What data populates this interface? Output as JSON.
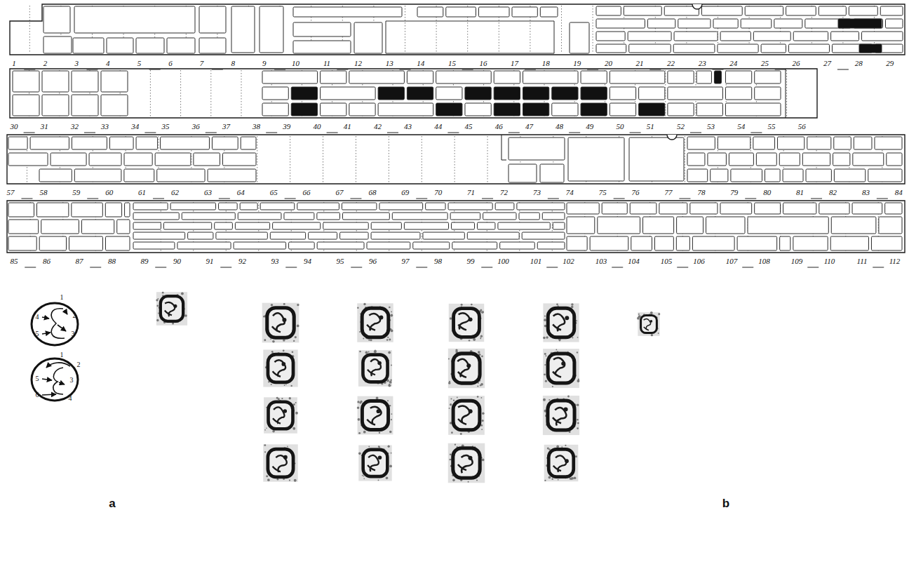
{
  "diagram": {
    "labels": [
      "1",
      "2",
      "3",
      "4",
      "5",
      "6",
      "7",
      "8",
      "9",
      "10",
      "11",
      "12",
      "13",
      "14",
      "15",
      "16",
      "17",
      "18",
      "19",
      "20",
      "21",
      "22",
      "23",
      "24",
      "25",
      "26",
      "27",
      "28",
      "29",
      "30",
      "31",
      "32",
      "33",
      "34",
      "35",
      "36",
      "37",
      "38",
      "39",
      "40",
      "41",
      "42",
      "43",
      "44",
      "45",
      "46",
      "47",
      "48",
      "49",
      "50",
      "51",
      "52",
      "53",
      "54",
      "55",
      "56",
      "57",
      "58",
      "59",
      "60",
      "61",
      "62",
      "63",
      "64",
      "65",
      "66",
      "67",
      "68",
      "69",
      "70",
      "71",
      "72",
      "73",
      "74",
      "75",
      "76",
      "77",
      "78",
      "79",
      "80",
      "81",
      "82",
      "83",
      "84",
      "85",
      "86",
      "87",
      "88",
      "89",
      "90",
      "91",
      "92",
      "93",
      "94",
      "95",
      "96",
      "97",
      "98",
      "99",
      "100",
      "101",
      "102",
      "103",
      "104",
      "105",
      "106",
      "107",
      "108",
      "109",
      "110",
      "111",
      "112",
      "1",
      "2",
      "3",
      "4",
      "5",
      "1",
      "2",
      "3",
      "4",
      "5",
      "6",
      "a",
      "b"
    ]
  }
}
